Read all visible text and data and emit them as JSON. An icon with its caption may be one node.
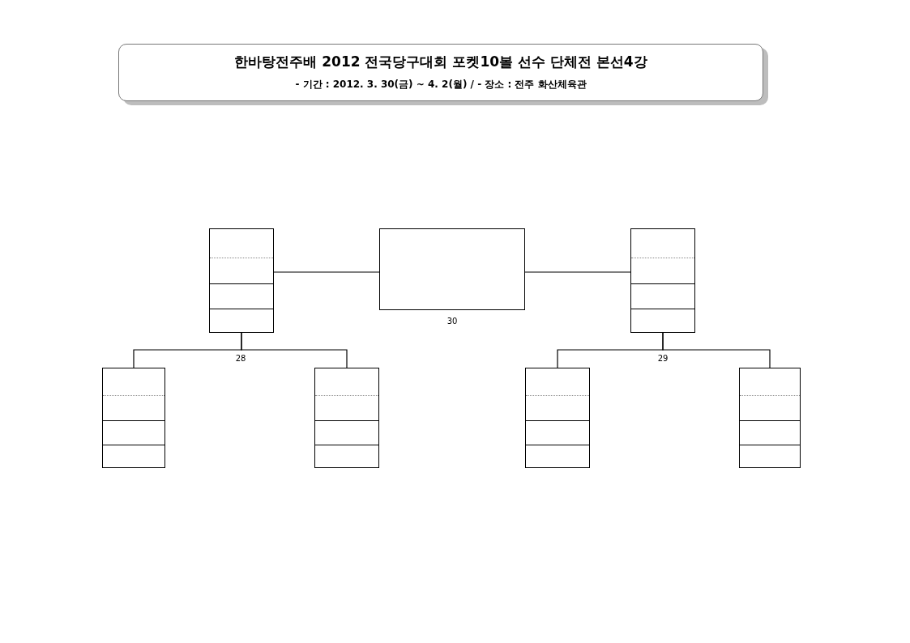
{
  "diagram": {
    "nodes": [
      {
        "text": [
          "한바탕전주배 2012 전국당구대회 포켓10볼 선수 단체전 본선4강",
          "- 기간 : 2012. 3. 30(금) ~ 4. 2(월)  /  - 장소 : 전주 화산체육관"
        ]
      },
      {
        "text": [],
        "shape": "box"
      },
      {
        "text": [],
        "shape": "box",
        "beside": [
          "30"
        ]
      },
      {
        "text": [],
        "shape": "box"
      },
      {
        "text": [],
        "shape": "box"
      },
      {
        "text": [],
        "shape": "box"
      },
      {
        "text": [],
        "shape": "box"
      },
      {
        "text": [],
        "shape": "box"
      }
    ],
    "edges": [
      {
        "from": 1,
        "to": 2,
        "arrow": "none"
      },
      {
        "from": 2,
        "to": 3,
        "arrow": "none"
      },
      {
        "from": 4,
        "to": 1,
        "arrow": "none"
      },
      {
        "from": 5,
        "to": 1,
        "arrow": "none"
      },
      {
        "from": 6,
        "to": 3,
        "arrow": "none"
      },
      {
        "from": 7,
        "to": 3,
        "arrow": "none"
      }
    ],
    "labels": [
      "28",
      "29"
    ]
  }
}
